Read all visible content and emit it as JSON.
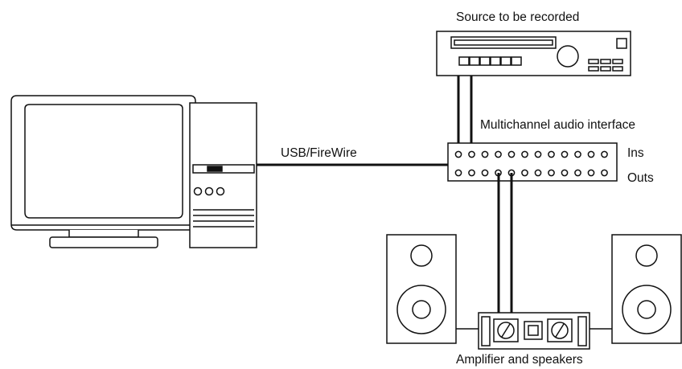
{
  "labels": {
    "source": "Source to be recorded",
    "interface": "Multichannel audio interface",
    "connection": "USB/FireWire",
    "ins": "Ins",
    "outs": "Outs",
    "amplifier": "Amplifier and speakers"
  },
  "colors": {
    "stroke": "#111111",
    "fill": "#ffffff"
  },
  "icons": [
    "monitor-icon",
    "computer-tower-icon",
    "recording-device-icon",
    "audio-interface-icon",
    "speaker-icon",
    "amplifier-icon"
  ]
}
